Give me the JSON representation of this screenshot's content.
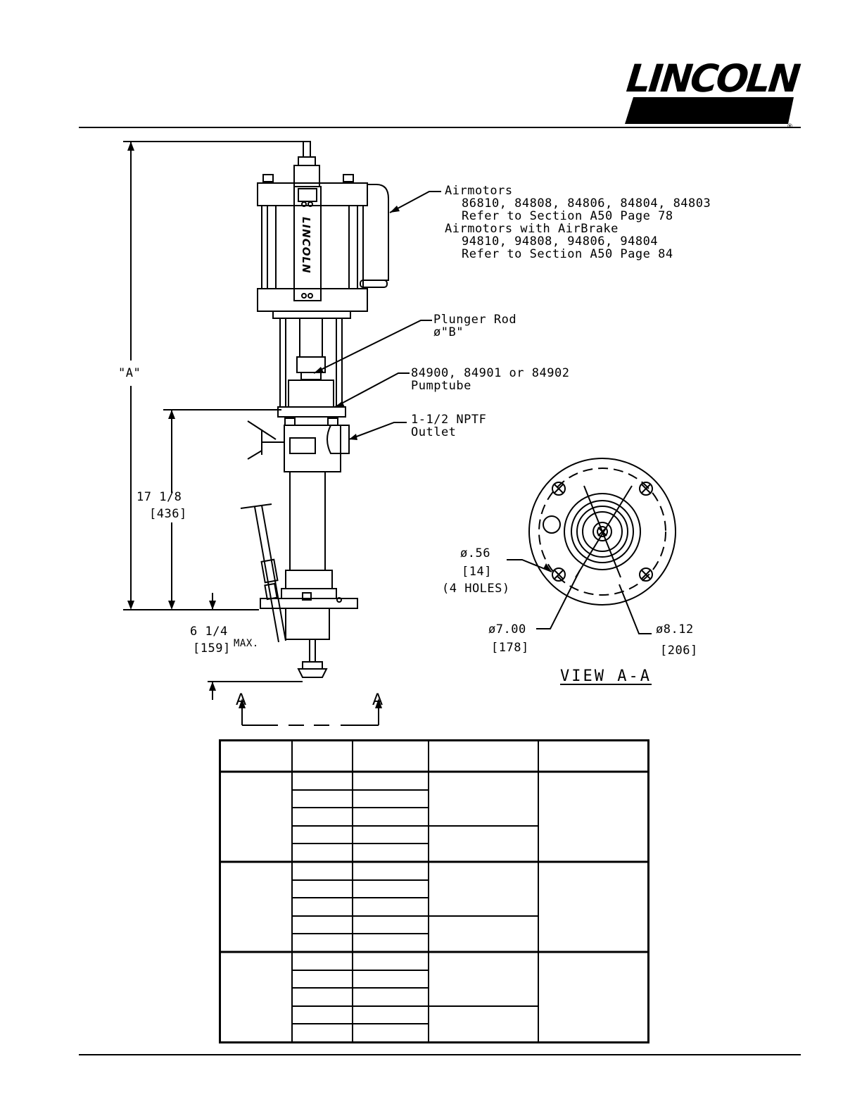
{
  "logo": {
    "text": "LINCOLN",
    "registered": "®"
  },
  "callouts": {
    "airmotors": {
      "heading": "Airmotors",
      "models": "86810, 84808, 84806, 84804, 84803",
      "ref": "Refer to Section A50 Page 78"
    },
    "airbrake": {
      "heading": "Airmotors with AirBrake",
      "models": "94810, 94808, 94806, 94804",
      "ref": "Refer to Section A50 Page 84"
    },
    "plunger": {
      "line1": "Plunger Rod",
      "line2": "ø\"B\""
    },
    "pumptube": {
      "line1": "84900, 84901 or 84902",
      "line2": "Pumptube"
    },
    "outlet": {
      "line1": "1-1/2 NPTF",
      "line2": "Outlet"
    }
  },
  "motor_label": "LINCOLN",
  "dimensions": {
    "overall": "\"A\"",
    "height_in": "17 1/8",
    "height_mm": "[436]",
    "immersion_in": "6 1/4",
    "immersion_mm": "[159]",
    "immersion_note": "MAX."
  },
  "view": {
    "title": "VIEW A-A",
    "section_left": "A",
    "section_right": "A",
    "hole_dia": "ø.56",
    "hole_mm": "[14]",
    "hole_count": "(4 HOLES)",
    "bolt_circle": "ø7.00",
    "bolt_circle_mm": "[178]",
    "flange_dia": "ø8.12",
    "flange_mm": "[206]"
  },
  "table": {
    "columns": 5,
    "groups": 3,
    "rows_per_group": 5
  }
}
